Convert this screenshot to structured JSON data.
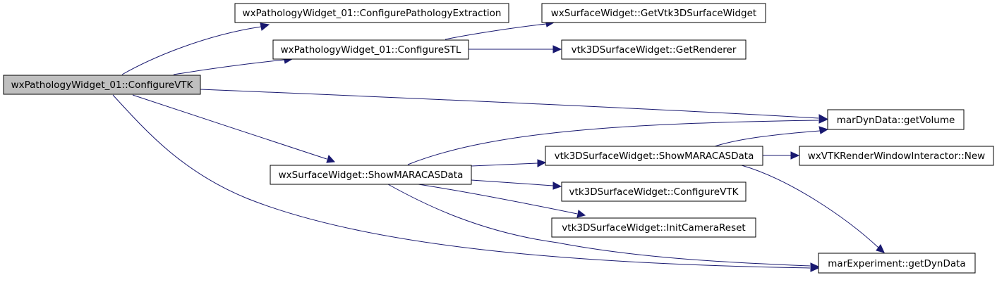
{
  "colors": {
    "edge": "#191970",
    "root_fill": "#bfbfbf",
    "node_fill": "#ffffff",
    "border": "#000000"
  },
  "nodes": {
    "configure_vtk": "wxPathologyWidget_01::ConfigureVTK",
    "configure_pathology_extraction": "wxPathologyWidget_01::ConfigurePathologyExtraction",
    "configure_stl": "wxPathologyWidget_01::ConfigureSTL",
    "get_vtk3d_surface_widget": "wxSurfaceWidget::GetVtk3DSurfaceWidget",
    "get_renderer": "vtk3DSurfaceWidget::GetRenderer",
    "get_volume": "marDynData::getVolume",
    "wx_show_maracas_data": "wxSurfaceWidget::ShowMARACASData",
    "vtk_show_maracas_data": "vtk3DSurfaceWidget::ShowMARACASData",
    "wx_vtk_render_window_interactor_new": "wxVTKRenderWindowInteractor::New",
    "vtk_configure_vtk": "vtk3DSurfaceWidget::ConfigureVTK",
    "init_camera_reset": "vtk3DSurfaceWidget::InitCameraReset",
    "get_dyn_data": "marExperiment::getDynData"
  }
}
